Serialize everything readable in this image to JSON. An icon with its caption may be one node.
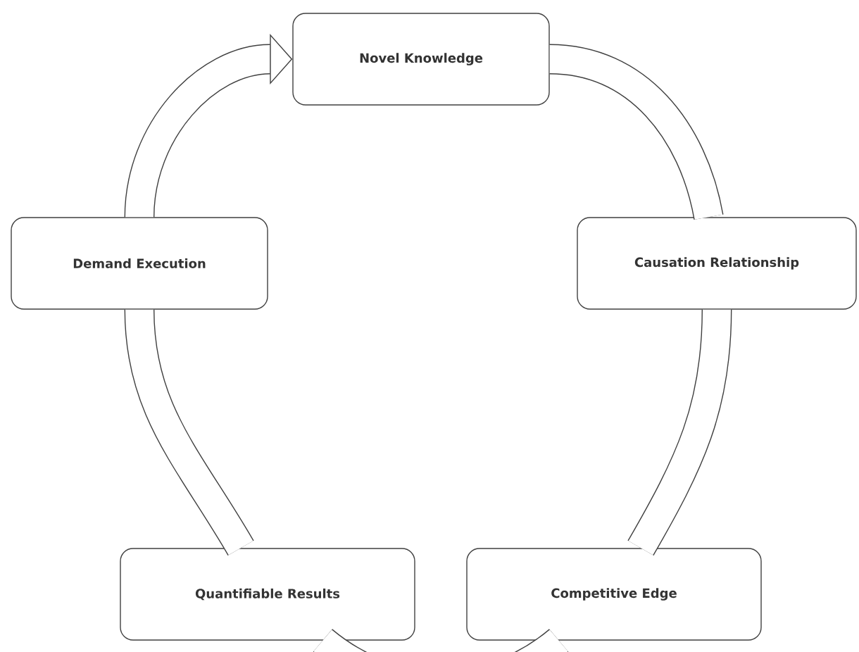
{
  "diagram": {
    "nodes": [
      {
        "text": [
          "Novel Knowledge"
        ]
      },
      {
        "text": [
          "Causation Relationship"
        ]
      },
      {
        "text": [
          "Competitive Edge"
        ]
      },
      {
        "text": [
          "Quantifiable Results"
        ]
      },
      {
        "text": [
          "Demand Execution"
        ]
      }
    ],
    "edges": [
      {
        "from": 0,
        "to": 1,
        "arrow": "none"
      },
      {
        "from": 1,
        "to": 2,
        "arrow": "none"
      },
      {
        "from": 2,
        "to": 3,
        "arrow": "none"
      },
      {
        "from": 3,
        "to": 4,
        "arrow": "none"
      },
      {
        "from": 4,
        "to": 0,
        "arrow": "to"
      }
    ]
  }
}
